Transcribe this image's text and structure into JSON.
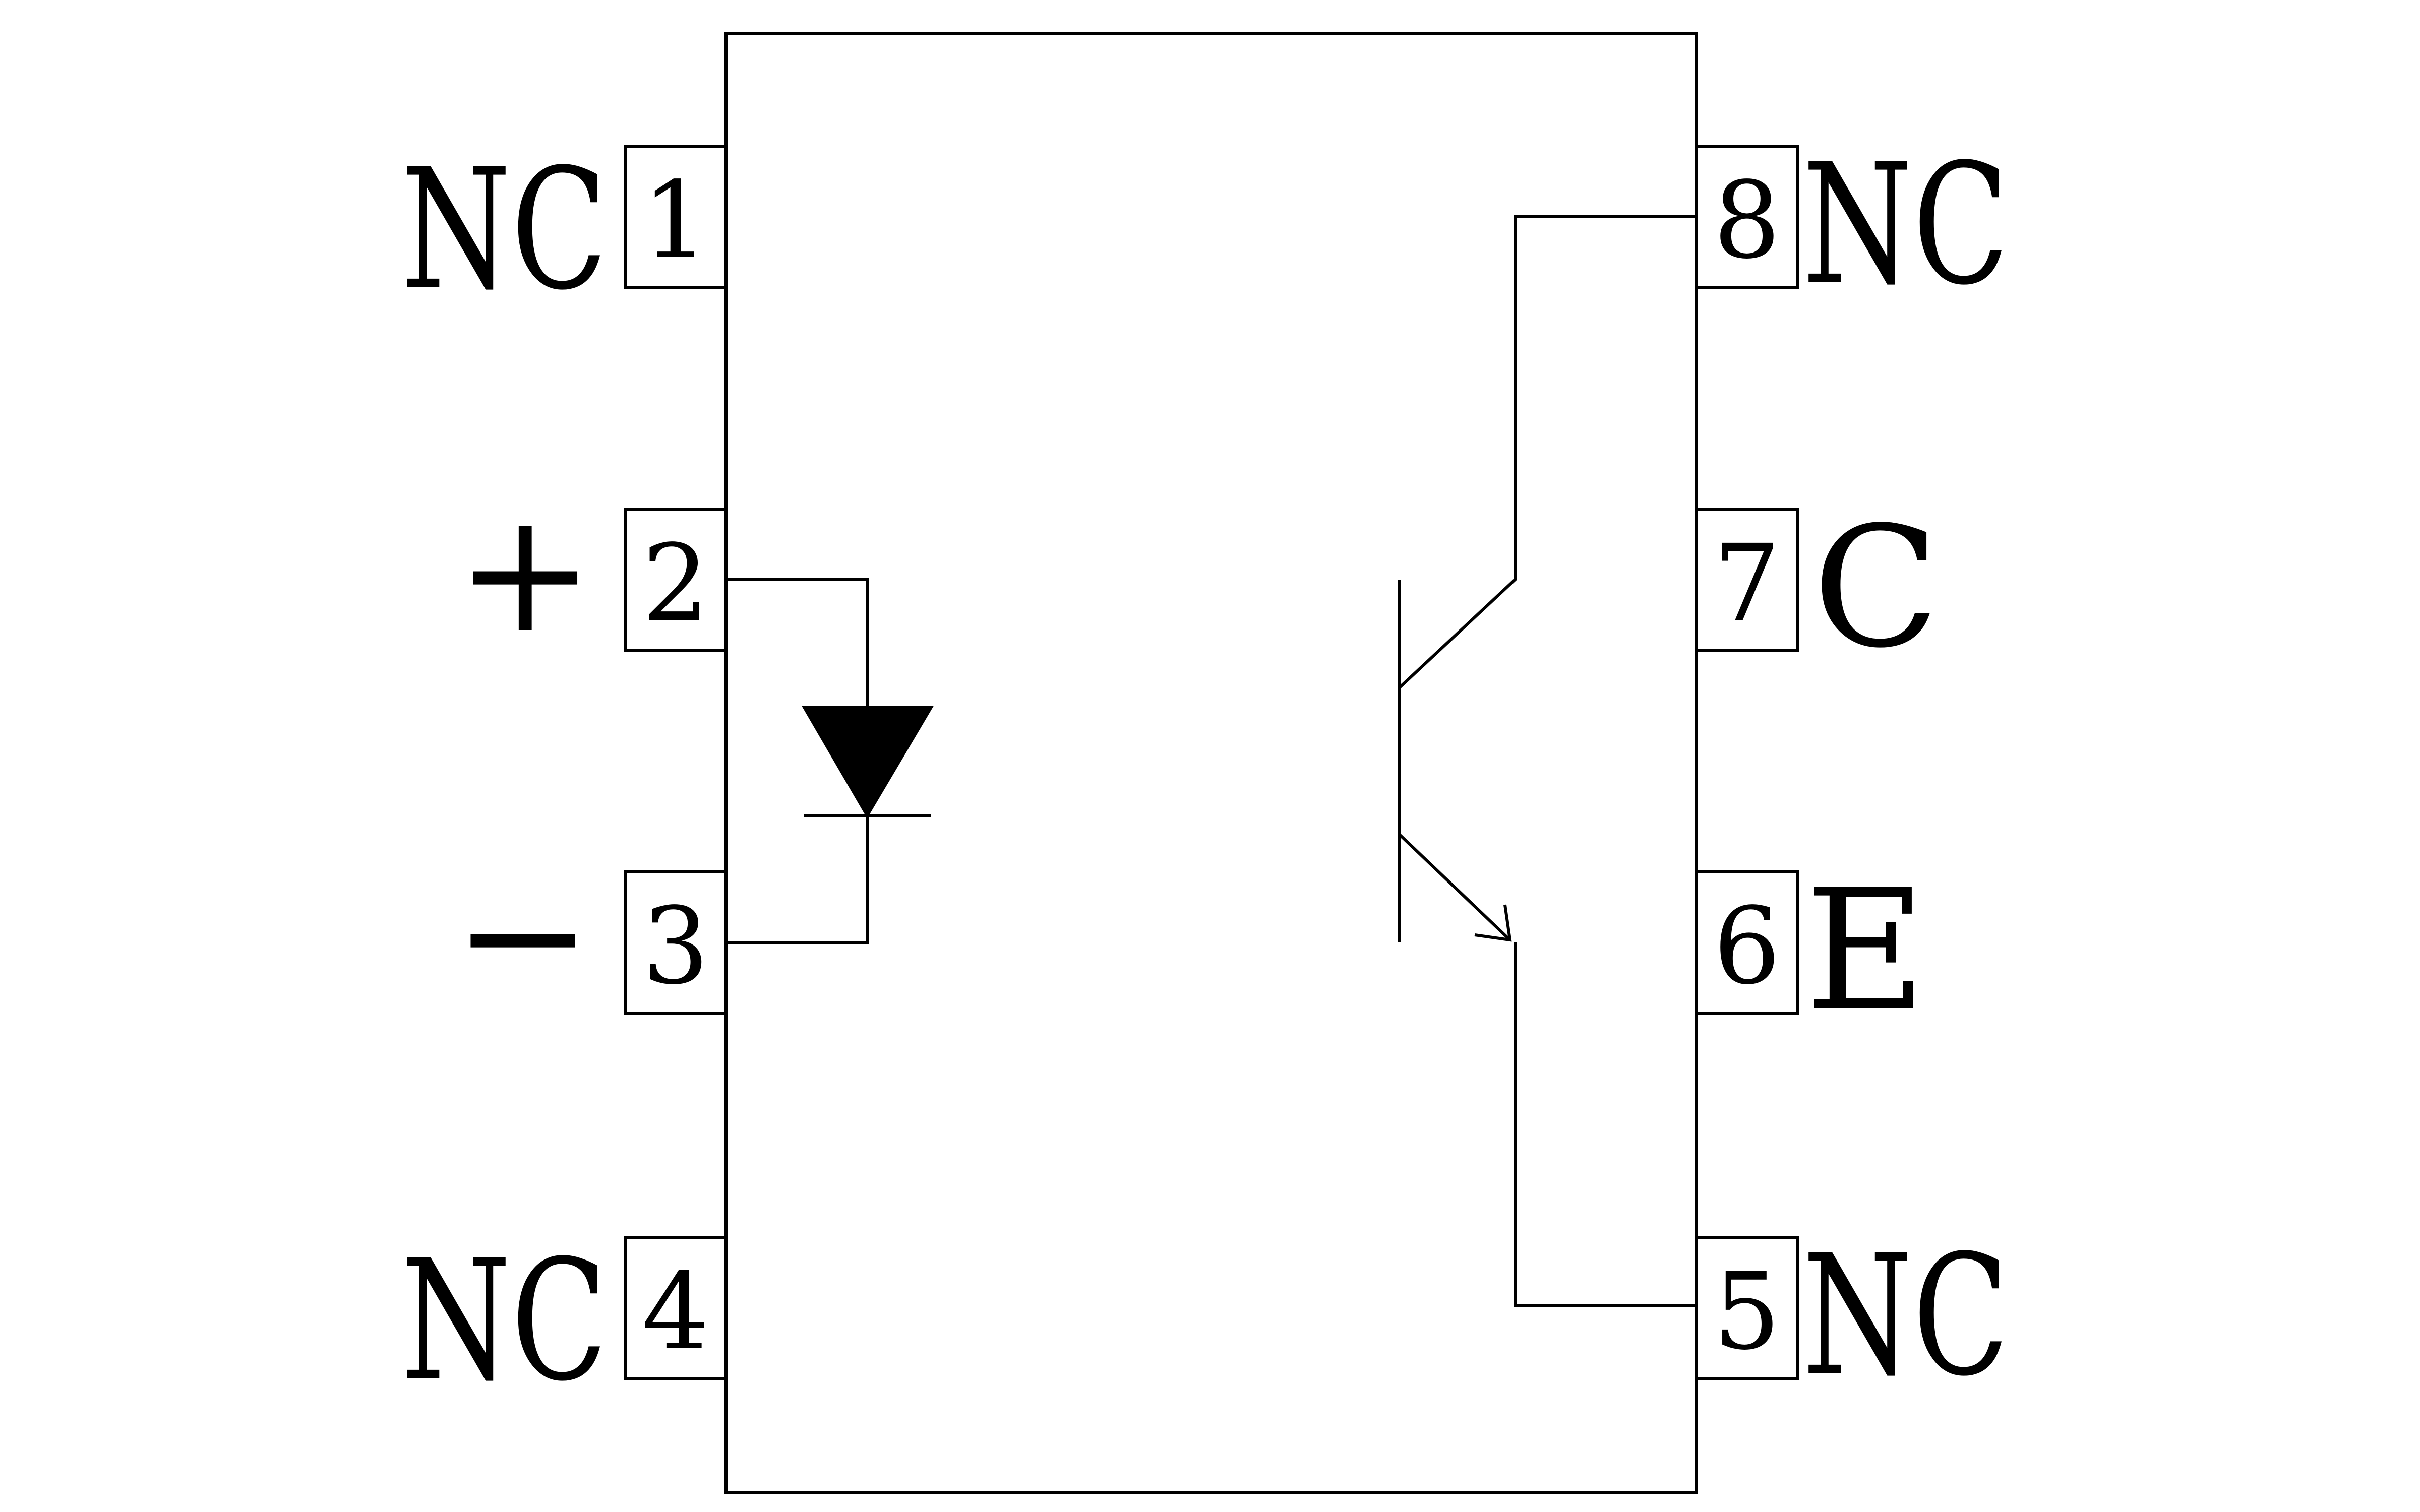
{
  "pins": {
    "p1": {
      "number": "1",
      "label": "NC"
    },
    "p2": {
      "number": "2",
      "label": "+"
    },
    "p3": {
      "number": "3",
      "label": "−"
    },
    "p4": {
      "number": "4",
      "label": "NC"
    },
    "p5": {
      "number": "5",
      "label": "NC"
    },
    "p6": {
      "number": "6",
      "label": "E"
    },
    "p7": {
      "number": "7",
      "label": "C"
    },
    "p8": {
      "number": "8",
      "label": "NC"
    }
  },
  "colors": {
    "line": "#000000",
    "background": "#ffffff"
  }
}
